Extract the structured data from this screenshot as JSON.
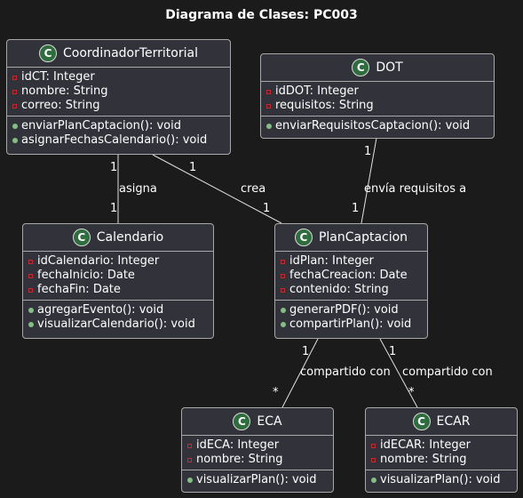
{
  "title": "Diagrama de Clases: PC003",
  "classes": {
    "coordinador": {
      "name": "CoordinadorTerritorial",
      "stereotype_letter": "C",
      "attributes": [
        "idCT: Integer",
        "nombre: String",
        "correo: String"
      ],
      "methods": [
        "enviarPlanCaptacion(): void",
        "asignarFechasCalendario(): void"
      ]
    },
    "dot": {
      "name": "DOT",
      "stereotype_letter": "C",
      "attributes": [
        "idDOT: Integer",
        "requisitos: String"
      ],
      "methods": [
        "enviarRequisitosCaptacion(): void"
      ]
    },
    "calendario": {
      "name": "Calendario",
      "stereotype_letter": "C",
      "attributes": [
        "idCalendario: Integer",
        "fechaInicio: Date",
        "fechaFin: Date"
      ],
      "methods": [
        "agregarEvento(): void",
        "visualizarCalendario(): void"
      ]
    },
    "plan": {
      "name": "PlanCaptacion",
      "stereotype_letter": "C",
      "attributes": [
        "idPlan: Integer",
        "fechaCreacion: Date",
        "contenido: String"
      ],
      "methods": [
        "generarPDF(): void",
        "compartirPlan(): void"
      ]
    },
    "eca": {
      "name": "ECA",
      "stereotype_letter": "C",
      "attributes": [
        "idECA: Integer",
        "nombre: String"
      ],
      "methods": [
        "visualizarPlan(): void"
      ]
    },
    "ecar": {
      "name": "ECAR",
      "stereotype_letter": "C",
      "attributes": [
        "idECAR: Integer",
        "nombre: String"
      ],
      "methods": [
        "visualizarPlan(): void"
      ]
    }
  },
  "associations": {
    "asigna": {
      "label": "asigna",
      "source_mult": "1",
      "target_mult": "1"
    },
    "crea": {
      "label": "crea",
      "source_mult": "1",
      "target_mult": "1"
    },
    "envia": {
      "label": "envía requisitos a",
      "source_mult": "1",
      "target_mult": "1"
    },
    "comp_eca": {
      "label": "compartido con",
      "source_mult": "1",
      "target_mult": "*"
    },
    "comp_ecar": {
      "label": "compartido con",
      "source_mult": "1",
      "target_mult": "*"
    }
  },
  "colors": {
    "background": "#1b1b1b",
    "class_fill": "#32333a",
    "border": "#a8a8a8",
    "badge": "#2f6d3e",
    "private": "#c82930",
    "public": "#84be84"
  }
}
